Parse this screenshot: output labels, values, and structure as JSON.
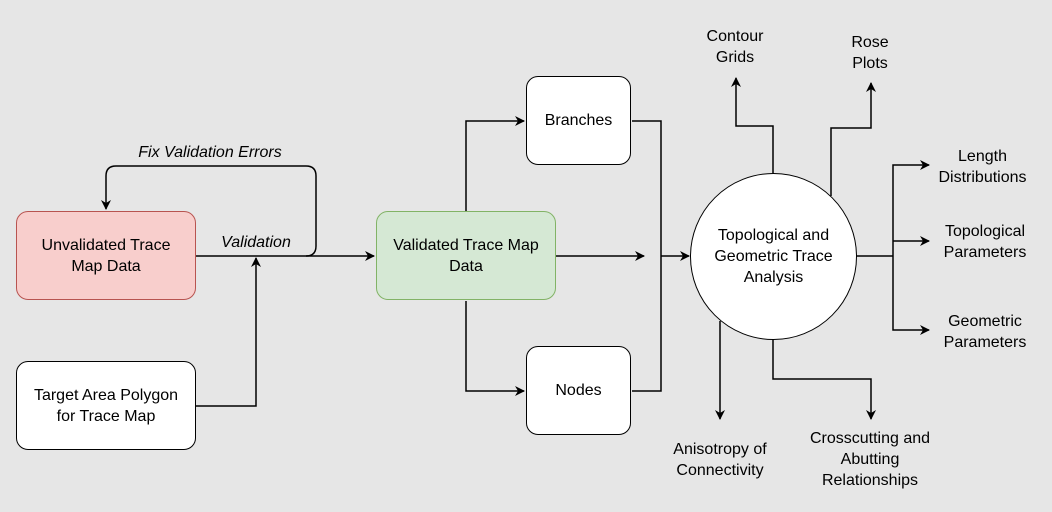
{
  "nodes": {
    "unvalidated": {
      "label": "Unvalidated Trace\nMap Data",
      "fill": "#f8cecc",
      "stroke": "#b85450"
    },
    "target_area": {
      "label": "Target Area Polygon\nfor Trace Map"
    },
    "validated": {
      "label": "Validated Trace Map\nData",
      "fill": "#d5e8d4",
      "stroke": "#82b366"
    },
    "branches": {
      "label": "Branches"
    },
    "nodes_box": {
      "label": "Nodes"
    },
    "analysis": {
      "label": "Topological and\nGeometric Trace\nAnalysis"
    }
  },
  "edge_labels": {
    "fix_errors": "Fix Validation Errors",
    "validation": "Validation"
  },
  "outputs": {
    "contour_grids": "Contour\nGrids",
    "rose_plots": "Rose\nPlots",
    "length_distributions": "Length\nDistributions",
    "topological_parameters": "Topological\nParameters",
    "geometric_parameters": "Geometric\nParameters",
    "anisotropy": "Anisotropy of\nConnectivity",
    "crosscutting": "Crosscutting and\nAbutting\nRelationships"
  },
  "colors": {
    "line": "#000000",
    "background": "#e6e6e6"
  }
}
